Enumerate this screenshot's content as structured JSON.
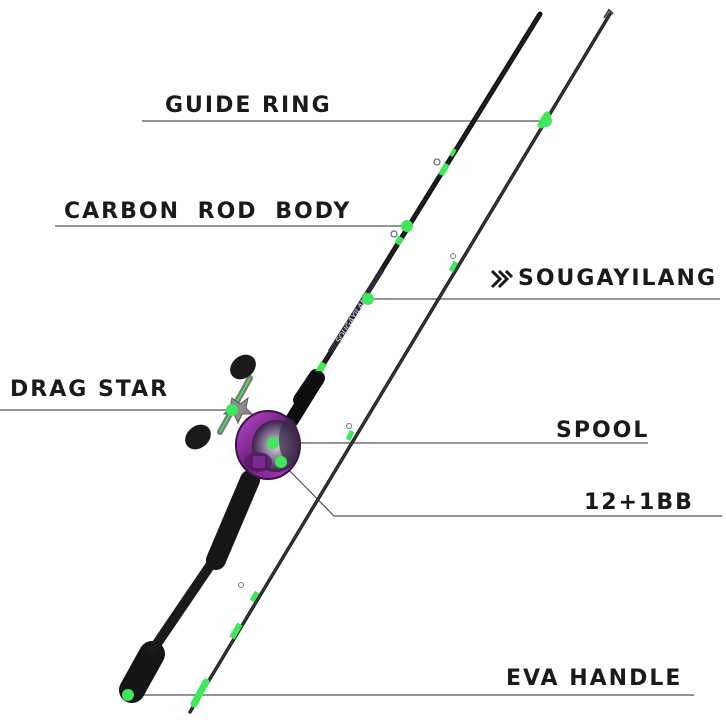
{
  "labels": {
    "guide_ring": "GUIDE RING",
    "carbon_rod_body": "CARBON  ROD BODY",
    "brand": "SOUGAYILANG",
    "drag_star": "DRAG STAR",
    "spool": "SPOOL",
    "bearings": "12+1BB",
    "eva_handle": "EVA HANDLE"
  },
  "colors": {
    "accent_green": "#3ee85a",
    "rod_black": "#111111",
    "reel_purple": "#8a2a9a",
    "leader_line": "#555555"
  }
}
